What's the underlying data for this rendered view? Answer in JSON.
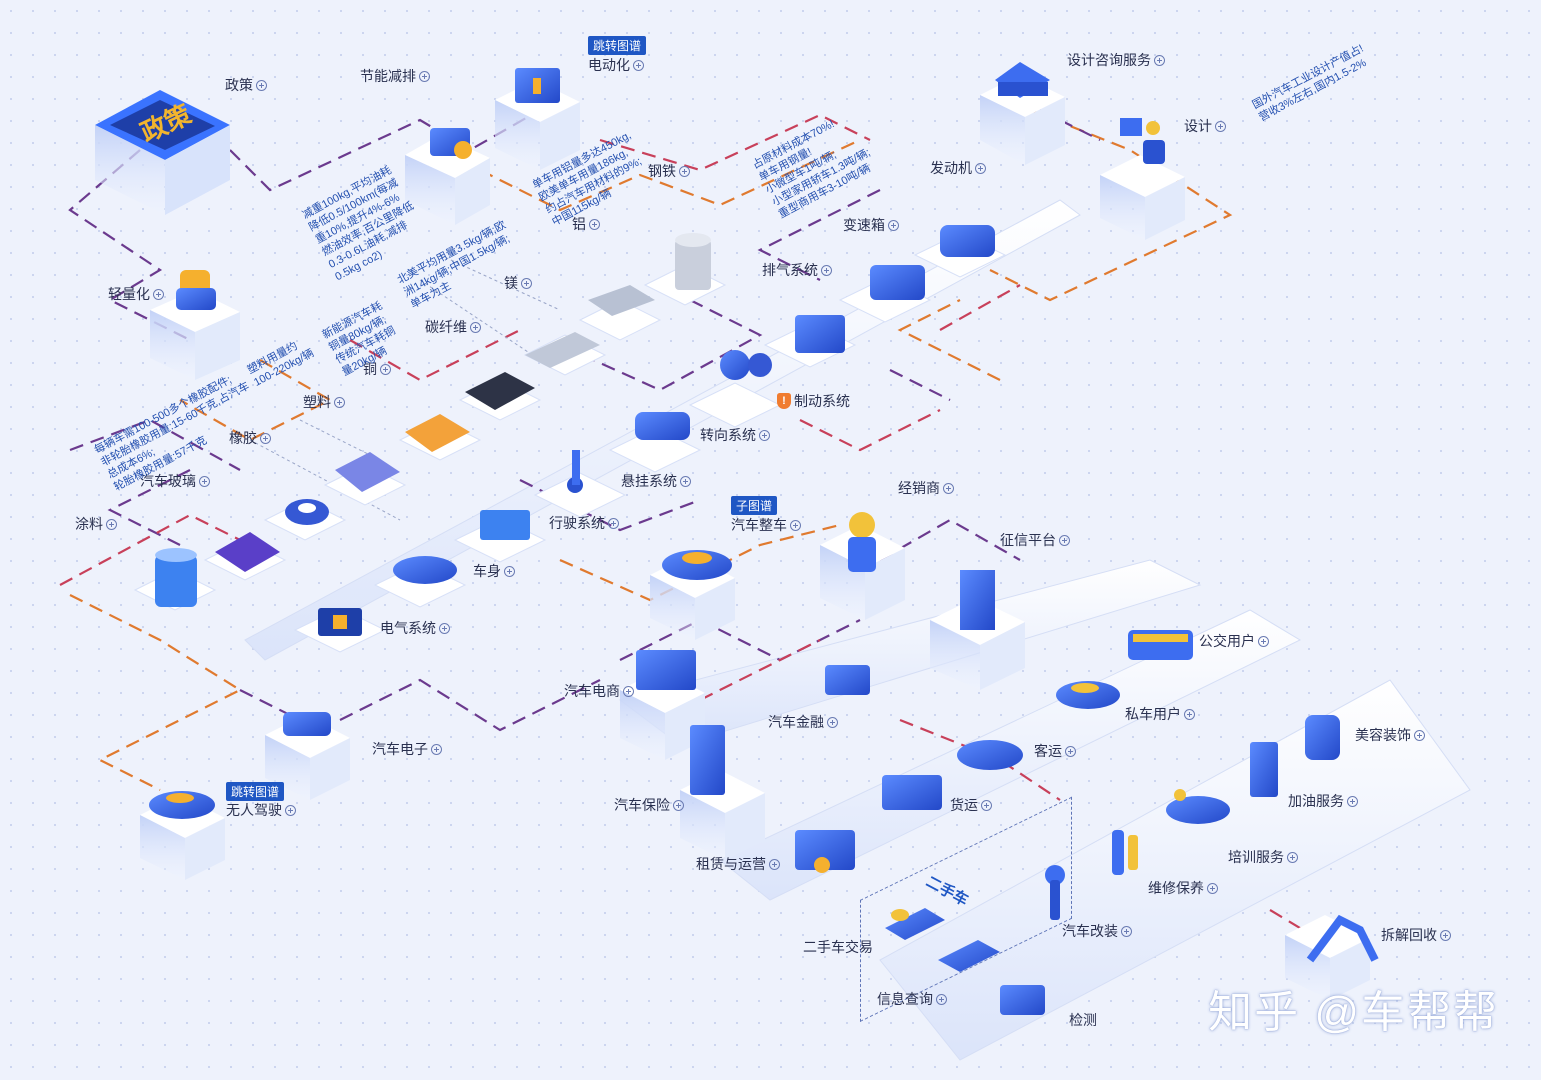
{
  "nodes": {
    "policy": "政策",
    "energy_saving": "节能减排",
    "electrification": "电动化",
    "design_consulting": "设计咨询服务",
    "design": "设计",
    "steel": "钢铁",
    "engine": "发动机",
    "aluminum": "铝",
    "transmission": "变速箱",
    "lightweight": "轻量化",
    "magnesium": "镁",
    "exhaust": "排气系统",
    "carbon_fiber": "碳纤维",
    "copper": "铜",
    "plastic": "塑料",
    "brake": "制动系统",
    "rubber": "橡胶",
    "steering": "转向系统",
    "glass": "汽车玻璃",
    "suspension": "悬挂系统",
    "coating": "涂料",
    "driving_system": "行驶系统",
    "dealer": "经销商",
    "vehicle": "汽车整车",
    "body": "车身",
    "credit": "征信平台",
    "electrical": "电气系统",
    "bus_user": "公交用户",
    "ecommerce": "汽车电商",
    "private_user": "私车用户",
    "finance": "汽车金融",
    "electronics": "汽车电子",
    "passenger": "客运",
    "beauty": "美容装饰",
    "autonomous": "无人驾驶",
    "insurance": "汽车保险",
    "freight": "货运",
    "fuel": "加油服务",
    "leasing": "租赁与运营",
    "training": "培训服务",
    "repair": "维修保养",
    "used_trade": "二手车交易",
    "modification": "汽车改装",
    "dismantle": "拆解回收",
    "info_query": "信息查询",
    "inspection": "检测"
  },
  "tags": {
    "electrification": "跳转图谱",
    "vehicle": "子图谱",
    "autonomous": "跳转图谱"
  },
  "used_car_section": "二手车",
  "watermark": "知乎 @车帮帮",
  "notes": {
    "energy": "减重100kg,平均油耗\n降低0.5/100km(每减\n重10%,提升4%-6%\n燃油效率,百公里降低\n0.3-0.6L油耗,减排\n0.5kg co2)",
    "aluminum": "单车用铝量多达450kg,\n欧美单车用量186kg,\n约占汽车用材料的9%;\n中国115kg/辆",
    "steel": "占原材料成本70%!\n单车用钢量!\n小微型车1吨/辆;\n小型家用轿车1.3吨/辆;\n重型商用车3-10吨/辆",
    "design": "国外汽车工业设计产值占!\n营收3%左右,国内1.5-2%",
    "magnesium": "北美平均用量3.5kg/辆;欧\n洲14kg/辆;中国1.5kg/辆;\n单车为主",
    "carbon": "新能源汽车耗\n铜量80kg/辆;\n传统汽车耗铜\n量20kg/辆",
    "plastic": "塑料用量约\n100-220kg/辆",
    "rubber": "每辆车需100-500多个橡胶配件;\n非轮胎橡胶用量:15-60千克,占汽车\n总成本6%;\n轮胎橡胶用量:57千克"
  },
  "colors": {
    "accent": "#1f57c4",
    "line_purple": "#6b3a8e",
    "line_orange": "#e07a2f",
    "line_red": "#c8405a",
    "warning": "#f07c30"
  }
}
